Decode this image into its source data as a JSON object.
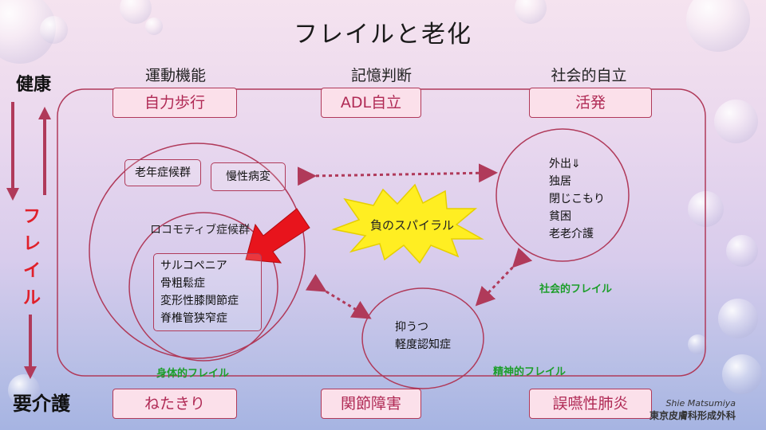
{
  "title": "フレイルと老化",
  "headers": {
    "motor": "運動機能",
    "memory": "記憶判断",
    "social": "社会的自立"
  },
  "side": {
    "healthy": "健康",
    "care": "要介護",
    "frailty_chars": [
      "フ",
      "レ",
      "イ",
      "ル"
    ]
  },
  "top_boxes": {
    "walking": "自力歩行",
    "adl": "ADL自立",
    "active": "活発"
  },
  "bottom_boxes": {
    "bedridden": "ねたきり",
    "joint": "関節障害",
    "aspiration": "誤嚥性肺炎"
  },
  "physical": {
    "geriatric": "老年症候群",
    "chronic": "慢性病変",
    "locomotive": "ロコモティブ症候群",
    "conditions": [
      "サルコペニア",
      "骨粗鬆症",
      "変形性膝関節症",
      "脊椎管狭窄症"
    ],
    "label": "身体的フレイル"
  },
  "spiral": "負のスパイラル",
  "social": {
    "items": [
      "外出⇓",
      "独居",
      "閉じこもり",
      "貧困",
      "老老介護"
    ],
    "label": "社会的フレイル"
  },
  "mental": {
    "items": [
      "抑うつ",
      "軽度認知症"
    ],
    "label": "精神的フレイル"
  },
  "watermark": {
    "line1": "Shie Matsumiya",
    "line2": "東京皮膚科形成外科"
  },
  "colors": {
    "frailty": "#e0202a",
    "border": "#b03a5a",
    "box_text": "#b02a55",
    "green": "#1c9e2a",
    "red_arrow": "#e8141c",
    "spiral_fill": "#ffee22"
  }
}
